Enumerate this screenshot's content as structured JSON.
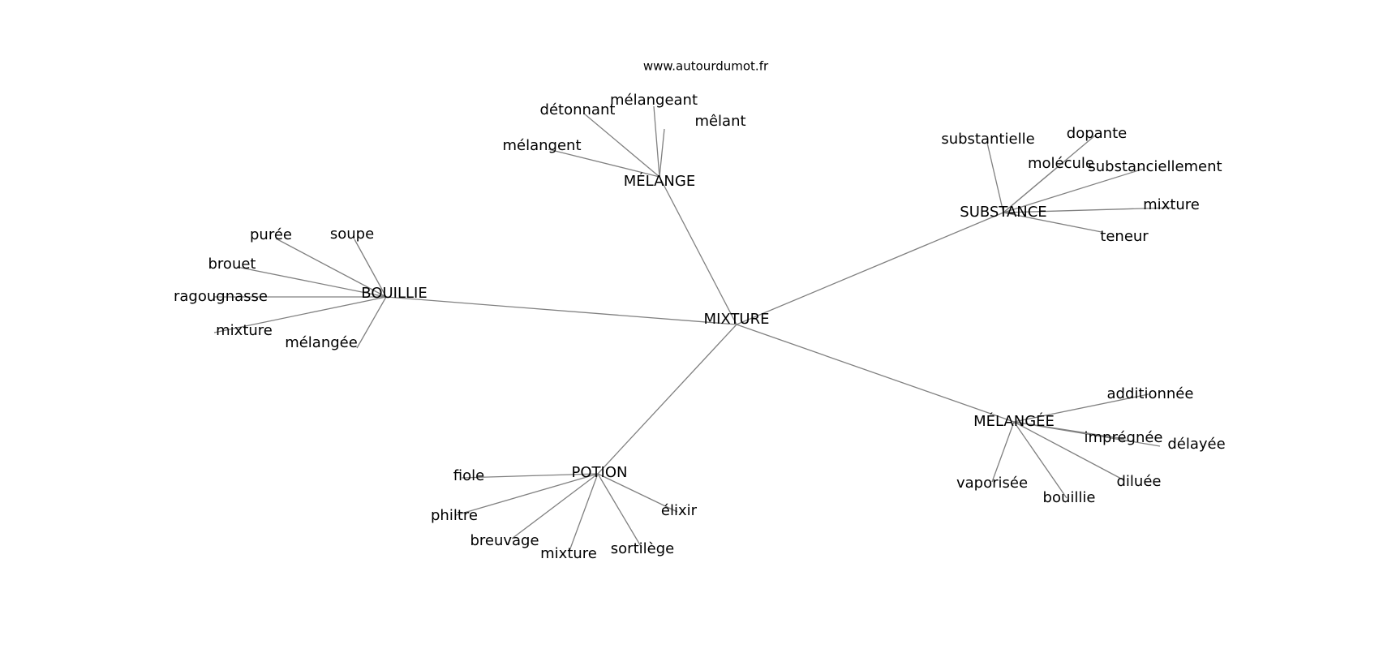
{
  "source": "www.autourdumot.fr",
  "edge_color": "#808080",
  "graph": {
    "root": {
      "id": "mixture",
      "label": "MIXTURE"
    },
    "hubs": [
      {
        "id": "melange",
        "label": "MÉLANGE",
        "leaves": [
          "mélangent",
          "détonnant",
          "mélangeant",
          "mêlant"
        ]
      },
      {
        "id": "substance",
        "label": "SUBSTANCE",
        "leaves": [
          "substantielle",
          "dopante",
          "molécule",
          "substanciellement",
          "mixture",
          "teneur"
        ]
      },
      {
        "id": "bouillie",
        "label": "BOUILLIE",
        "leaves": [
          "purée",
          "soupe",
          "brouet",
          "ragougnasse",
          "mixture",
          "mélangée"
        ]
      },
      {
        "id": "melangee",
        "label": "MÉLANGÉE",
        "leaves": [
          "additionnée",
          "imprégnée",
          "délayée",
          "diluée",
          "bouillie",
          "vaporisée"
        ]
      },
      {
        "id": "potion",
        "label": "POTION",
        "leaves": [
          "fiole",
          "philtre",
          "breuvage",
          "mixture",
          "sortilège",
          "élixir"
        ]
      }
    ]
  }
}
